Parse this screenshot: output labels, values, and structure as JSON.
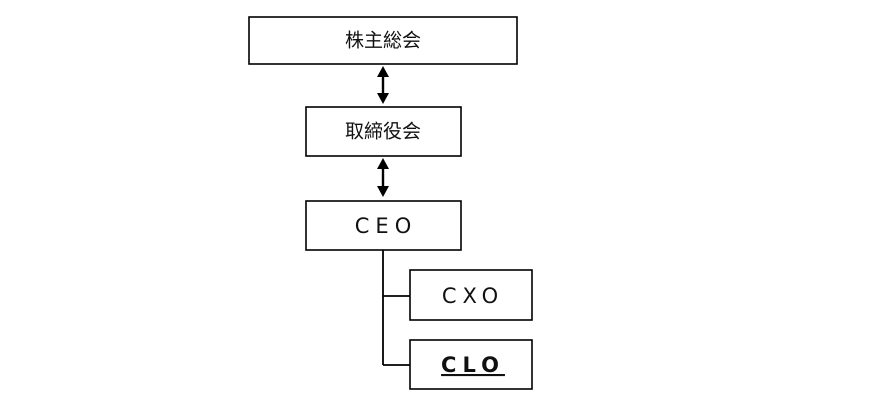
{
  "diagram": {
    "nodes": {
      "shareholders": "株主総会",
      "board": "取締役会",
      "ceo": "CEO",
      "cxo": "CXO",
      "clo": "CLO"
    },
    "highlighted_node": "clo"
  }
}
